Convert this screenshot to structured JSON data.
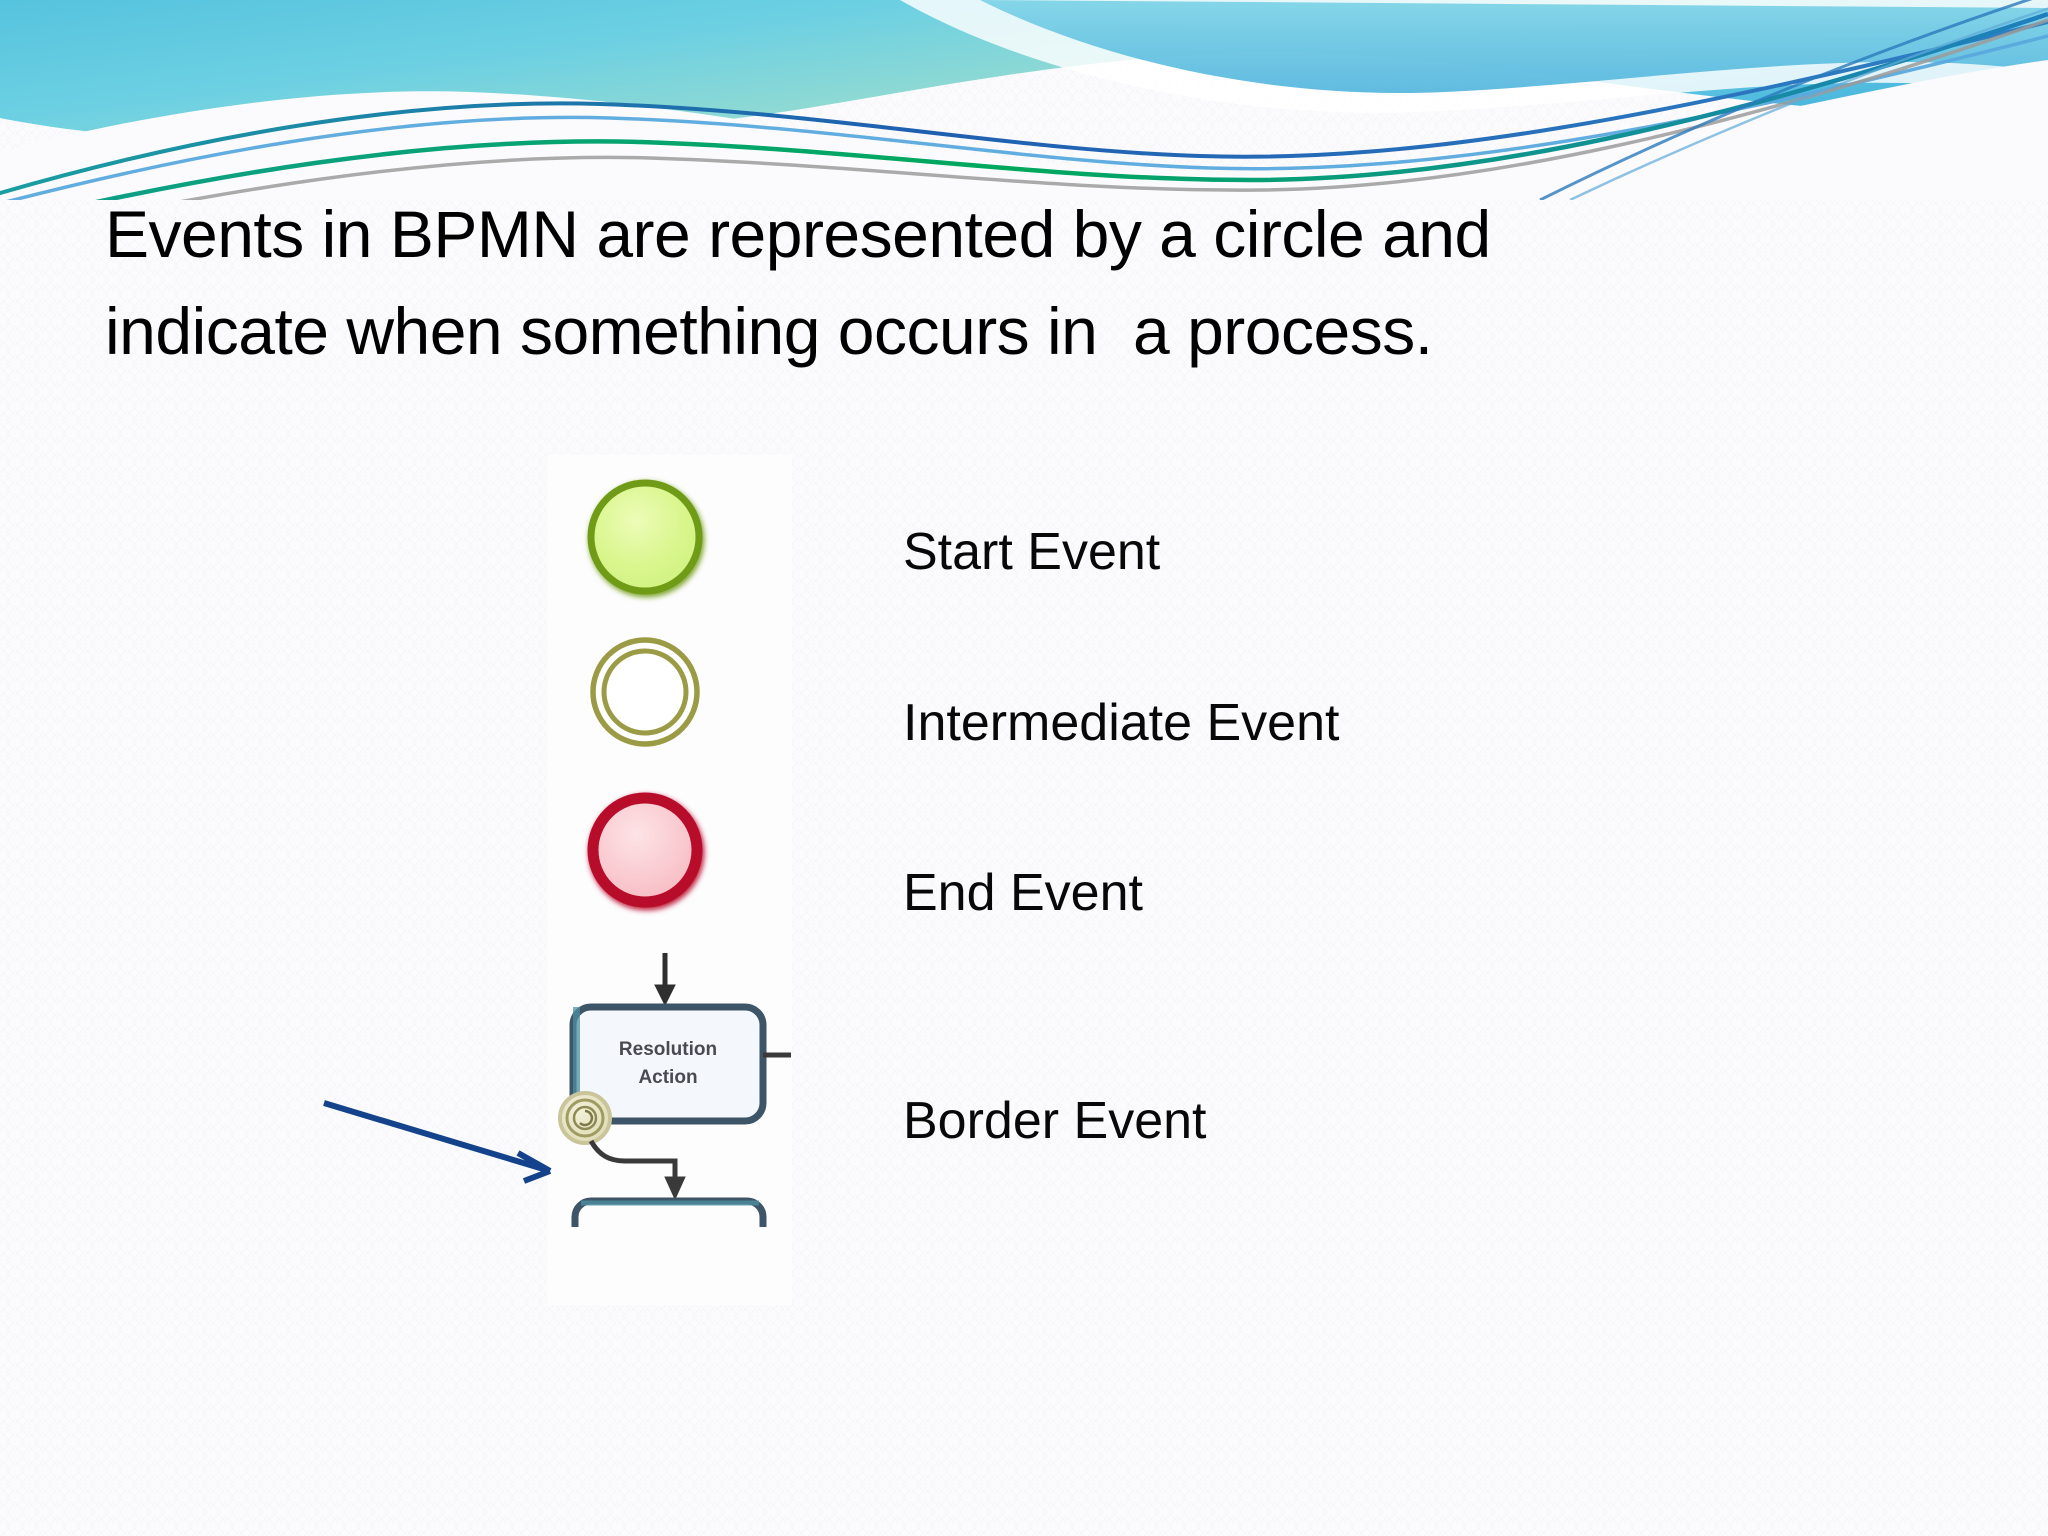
{
  "slide": {
    "title_lines": [
      "Events in BPMN are represented by a circle and",
      "indicate when something occurs in  a process."
    ],
    "theme": {
      "name": "flow-banner",
      "banner_gradient_from": "#5fc9e0",
      "banner_gradient_to": "#8fd9d2",
      "banner_deep_blue": "#1f5fb0",
      "banner_green": "#00a85d",
      "banner_grey": "#9b9b9b",
      "background": "#fbfbfd"
    }
  },
  "legend": {
    "items": [
      {
        "key": "start",
        "label": "Start Event"
      },
      {
        "key": "intermediate",
        "label": "Intermediate Event"
      },
      {
        "key": "end",
        "label": "End Event"
      },
      {
        "key": "border",
        "label": "Border Event"
      }
    ]
  },
  "figure": {
    "caption_box_label_line1": "Resolution",
    "caption_box_label_line2": "Action",
    "shapes": {
      "start_event": {
        "fill": "#d8f58a",
        "stroke": "#6f9b18"
      },
      "intermediate_event": {
        "fill": "#ffffff",
        "stroke": "#9b9b46"
      },
      "end_event": {
        "fill": "#f9c9ce",
        "stroke": "#b8072a"
      },
      "border_event": {
        "fill": "#e8e6c6",
        "stroke": "#a09b63"
      },
      "task_box": {
        "fill": "#f4f8fc",
        "stroke": "#3d5566"
      },
      "pointer_arrow": {
        "stroke": "#14438c"
      },
      "connector": {
        "stroke": "#3a3a3a"
      }
    }
  }
}
